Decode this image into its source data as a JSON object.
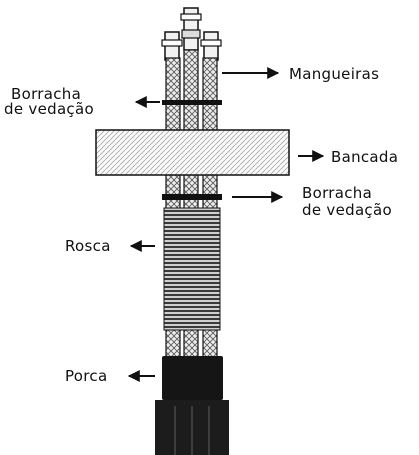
{
  "labels": {
    "mangueiras": "Mangueiras",
    "borracha_top_line1": "Borracha",
    "borracha_top_line2": "de vedação",
    "bancada": "Bancada",
    "borracha_bottom_line1": "Borracha",
    "borracha_bottom_line2": "de vedação",
    "rosca": "Rosca",
    "porca": "Porca"
  },
  "colors": {
    "ink": "#111111",
    "hose_fill": "#e6e6e6",
    "counter_fill": "#f4f4f4",
    "thread": "#1a1a1a",
    "nut": "#151515",
    "fitting": "#efefef"
  }
}
